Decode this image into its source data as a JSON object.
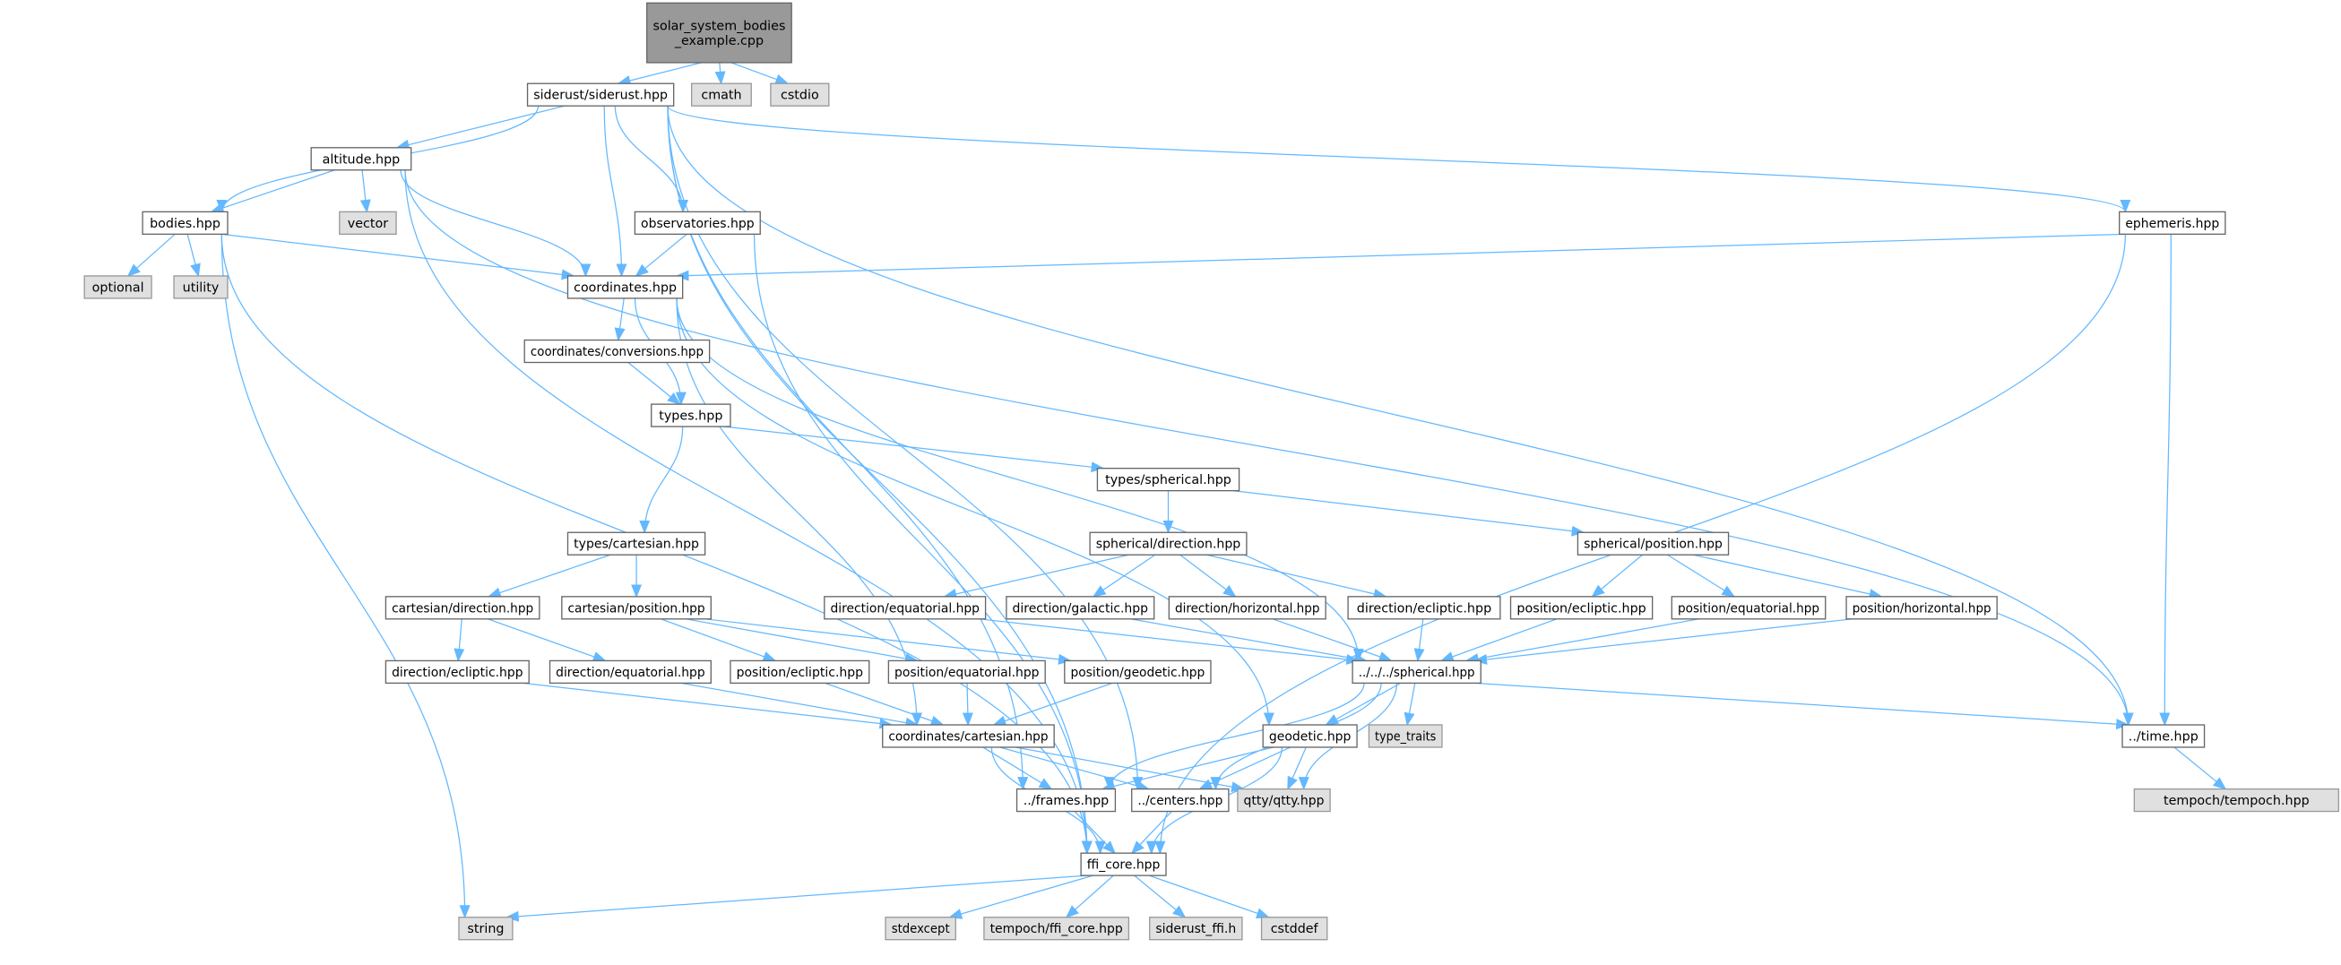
{
  "colors": {
    "edge": "#63b8ff",
    "node_border": "#666666",
    "system_fill": "#e0e0e0",
    "root_fill": "#999999"
  },
  "nodes": [
    {
      "id": "root",
      "label": [
        "solar_system_bodies",
        "_example.cpp"
      ],
      "kind": "root"
    },
    {
      "id": "siderust",
      "label": [
        "siderust/siderust.hpp"
      ],
      "kind": "file"
    },
    {
      "id": "cmath",
      "label": [
        "cmath"
      ],
      "kind": "sys"
    },
    {
      "id": "cstdio",
      "label": [
        "cstdio"
      ],
      "kind": "sys"
    },
    {
      "id": "altitude",
      "label": [
        "altitude.hpp"
      ],
      "kind": "file"
    },
    {
      "id": "bodies",
      "label": [
        "bodies.hpp"
      ],
      "kind": "file"
    },
    {
      "id": "vector",
      "label": [
        "vector"
      ],
      "kind": "sys"
    },
    {
      "id": "observatories",
      "label": [
        "observatories.hpp"
      ],
      "kind": "file"
    },
    {
      "id": "ephemeris",
      "label": [
        "ephemeris.hpp"
      ],
      "kind": "file"
    },
    {
      "id": "optional",
      "label": [
        "optional"
      ],
      "kind": "sys"
    },
    {
      "id": "utility",
      "label": [
        "utility"
      ],
      "kind": "sys"
    },
    {
      "id": "coordinates",
      "label": [
        "coordinates.hpp"
      ],
      "kind": "file"
    },
    {
      "id": "conversions",
      "label": [
        "coordinates/conversions.hpp"
      ],
      "kind": "file"
    },
    {
      "id": "types",
      "label": [
        "types.hpp"
      ],
      "kind": "file"
    },
    {
      "id": "types_spherical",
      "label": [
        "types/spherical.hpp"
      ],
      "kind": "file"
    },
    {
      "id": "types_cartesian",
      "label": [
        "types/cartesian.hpp"
      ],
      "kind": "file"
    },
    {
      "id": "sph_direction",
      "label": [
        "spherical/direction.hpp"
      ],
      "kind": "file"
    },
    {
      "id": "sph_position",
      "label": [
        "spherical/position.hpp"
      ],
      "kind": "file"
    },
    {
      "id": "cart_direction",
      "label": [
        "cartesian/direction.hpp"
      ],
      "kind": "file"
    },
    {
      "id": "cart_position",
      "label": [
        "cartesian/position.hpp"
      ],
      "kind": "file"
    },
    {
      "id": "dir_equatorial_s",
      "label": [
        "direction/equatorial.hpp"
      ],
      "kind": "file"
    },
    {
      "id": "dir_galactic",
      "label": [
        "direction/galactic.hpp"
      ],
      "kind": "file"
    },
    {
      "id": "dir_horizontal",
      "label": [
        "direction/horizontal.hpp"
      ],
      "kind": "file"
    },
    {
      "id": "dir_ecliptic_s",
      "label": [
        "direction/ecliptic.hpp"
      ],
      "kind": "file"
    },
    {
      "id": "pos_ecliptic_s",
      "label": [
        "position/ecliptic.hpp"
      ],
      "kind": "file"
    },
    {
      "id": "pos_equatorial_s",
      "label": [
        "position/equatorial.hpp"
      ],
      "kind": "file"
    },
    {
      "id": "pos_horizontal",
      "label": [
        "position/horizontal.hpp"
      ],
      "kind": "file"
    },
    {
      "id": "dir_ecliptic_c",
      "label": [
        "direction/ecliptic.hpp"
      ],
      "kind": "file"
    },
    {
      "id": "dir_equatorial_c",
      "label": [
        "direction/equatorial.hpp"
      ],
      "kind": "file"
    },
    {
      "id": "pos_ecliptic_c",
      "label": [
        "position/ecliptic.hpp"
      ],
      "kind": "file"
    },
    {
      "id": "pos_equatorial_c",
      "label": [
        "position/equatorial.hpp"
      ],
      "kind": "file"
    },
    {
      "id": "pos_geodetic",
      "label": [
        "position/geodetic.hpp"
      ],
      "kind": "file"
    },
    {
      "id": "spherical",
      "label": [
        "../../../spherical.hpp"
      ],
      "kind": "file"
    },
    {
      "id": "coord_cartesian",
      "label": [
        "coordinates/cartesian.hpp"
      ],
      "kind": "file"
    },
    {
      "id": "geodetic",
      "label": [
        "geodetic.hpp"
      ],
      "kind": "file"
    },
    {
      "id": "type_traits",
      "label": [
        "type_traits"
      ],
      "kind": "sys"
    },
    {
      "id": "time",
      "label": [
        "../time.hpp"
      ],
      "kind": "file"
    },
    {
      "id": "frames",
      "label": [
        "../frames.hpp"
      ],
      "kind": "file"
    },
    {
      "id": "centers",
      "label": [
        "../centers.hpp"
      ],
      "kind": "file"
    },
    {
      "id": "qtty",
      "label": [
        "qtty/qtty.hpp"
      ],
      "kind": "sys"
    },
    {
      "id": "tempoch",
      "label": [
        "tempoch/tempoch.hpp"
      ],
      "kind": "sys"
    },
    {
      "id": "ffi_core",
      "label": [
        "ffi_core.hpp"
      ],
      "kind": "file"
    },
    {
      "id": "string",
      "label": [
        "string"
      ],
      "kind": "sys"
    },
    {
      "id": "stdexcept",
      "label": [
        "stdexcept"
      ],
      "kind": "sys"
    },
    {
      "id": "tempoch_ffi",
      "label": [
        "tempoch/ffi_core.hpp"
      ],
      "kind": "sys"
    },
    {
      "id": "siderust_ffi",
      "label": [
        "siderust_ffi.h"
      ],
      "kind": "sys"
    },
    {
      "id": "cstddef",
      "label": [
        "cstddef"
      ],
      "kind": "sys"
    }
  ],
  "edges": [
    [
      "root",
      "siderust"
    ],
    [
      "root",
      "cmath"
    ],
    [
      "root",
      "cstdio"
    ],
    [
      "siderust",
      "bodies"
    ],
    [
      "siderust",
      "altitude"
    ],
    [
      "siderust",
      "coordinates"
    ],
    [
      "siderust",
      "observatories"
    ],
    [
      "siderust",
      "ephemeris"
    ],
    [
      "siderust",
      "time"
    ],
    [
      "siderust",
      "ffi_core"
    ],
    [
      "siderust",
      "frames"
    ],
    [
      "siderust",
      "centers"
    ],
    [
      "altitude",
      "bodies"
    ],
    [
      "altitude",
      "vector"
    ],
    [
      "altitude",
      "coordinates"
    ],
    [
      "altitude",
      "ffi_core"
    ],
    [
      "altitude",
      "time"
    ],
    [
      "bodies",
      "optional"
    ],
    [
      "bodies",
      "utility"
    ],
    [
      "bodies",
      "coordinates"
    ],
    [
      "bodies",
      "ffi_core"
    ],
    [
      "bodies",
      "string"
    ],
    [
      "observatories",
      "coordinates"
    ],
    [
      "observatories",
      "ffi_core"
    ],
    [
      "ephemeris",
      "coordinates"
    ],
    [
      "ephemeris",
      "time"
    ],
    [
      "ephemeris",
      "ffi_core"
    ],
    [
      "coordinates",
      "conversions"
    ],
    [
      "coordinates",
      "types"
    ],
    [
      "coordinates",
      "coord_cartesian"
    ],
    [
      "coordinates",
      "spherical"
    ],
    [
      "coordinates",
      "geodetic"
    ],
    [
      "conversions",
      "types"
    ],
    [
      "types",
      "types_cartesian"
    ],
    [
      "types",
      "types_spherical"
    ],
    [
      "types_spherical",
      "sph_direction"
    ],
    [
      "types_spherical",
      "sph_position"
    ],
    [
      "types_cartesian",
      "cart_direction"
    ],
    [
      "types_cartesian",
      "cart_position"
    ],
    [
      "sph_direction",
      "dir_equatorial_s"
    ],
    [
      "sph_direction",
      "dir_galactic"
    ],
    [
      "sph_direction",
      "dir_horizontal"
    ],
    [
      "sph_direction",
      "dir_ecliptic_s"
    ],
    [
      "sph_position",
      "pos_ecliptic_s"
    ],
    [
      "sph_position",
      "pos_equatorial_s"
    ],
    [
      "sph_position",
      "pos_horizontal"
    ],
    [
      "dir_equatorial_s",
      "spherical"
    ],
    [
      "dir_galactic",
      "spherical"
    ],
    [
      "dir_horizontal",
      "spherical"
    ],
    [
      "dir_ecliptic_s",
      "spherical"
    ],
    [
      "pos_ecliptic_s",
      "spherical"
    ],
    [
      "pos_equatorial_s",
      "spherical"
    ],
    [
      "pos_horizontal",
      "spherical"
    ],
    [
      "cart_direction",
      "dir_ecliptic_c"
    ],
    [
      "cart_direction",
      "dir_equatorial_c"
    ],
    [
      "cart_position",
      "pos_ecliptic_c"
    ],
    [
      "cart_position",
      "pos_equatorial_c"
    ],
    [
      "cart_position",
      "pos_geodetic"
    ],
    [
      "dir_ecliptic_c",
      "coord_cartesian"
    ],
    [
      "dir_equatorial_c",
      "coord_cartesian"
    ],
    [
      "pos_ecliptic_c",
      "coord_cartesian"
    ],
    [
      "pos_equatorial_c",
      "coord_cartesian"
    ],
    [
      "pos_geodetic",
      "coord_cartesian"
    ],
    [
      "spherical",
      "geodetic"
    ],
    [
      "spherical",
      "type_traits"
    ],
    [
      "spherical",
      "time"
    ],
    [
      "spherical",
      "frames"
    ],
    [
      "spherical",
      "centers"
    ],
    [
      "spherical",
      "qtty"
    ],
    [
      "geodetic",
      "frames"
    ],
    [
      "geodetic",
      "centers"
    ],
    [
      "geodetic",
      "qtty"
    ],
    [
      "geodetic",
      "ffi_core"
    ],
    [
      "coord_cartesian",
      "frames"
    ],
    [
      "coord_cartesian",
      "centers"
    ],
    [
      "coord_cartesian",
      "qtty"
    ],
    [
      "coord_cartesian",
      "ffi_core"
    ],
    [
      "frames",
      "ffi_core"
    ],
    [
      "centers",
      "ffi_core"
    ],
    [
      "time",
      "tempoch"
    ],
    [
      "ffi_core",
      "string"
    ],
    [
      "ffi_core",
      "stdexcept"
    ],
    [
      "ffi_core",
      "tempoch_ffi"
    ],
    [
      "ffi_core",
      "siderust_ffi"
    ],
    [
      "ffi_core",
      "cstddef"
    ]
  ]
}
